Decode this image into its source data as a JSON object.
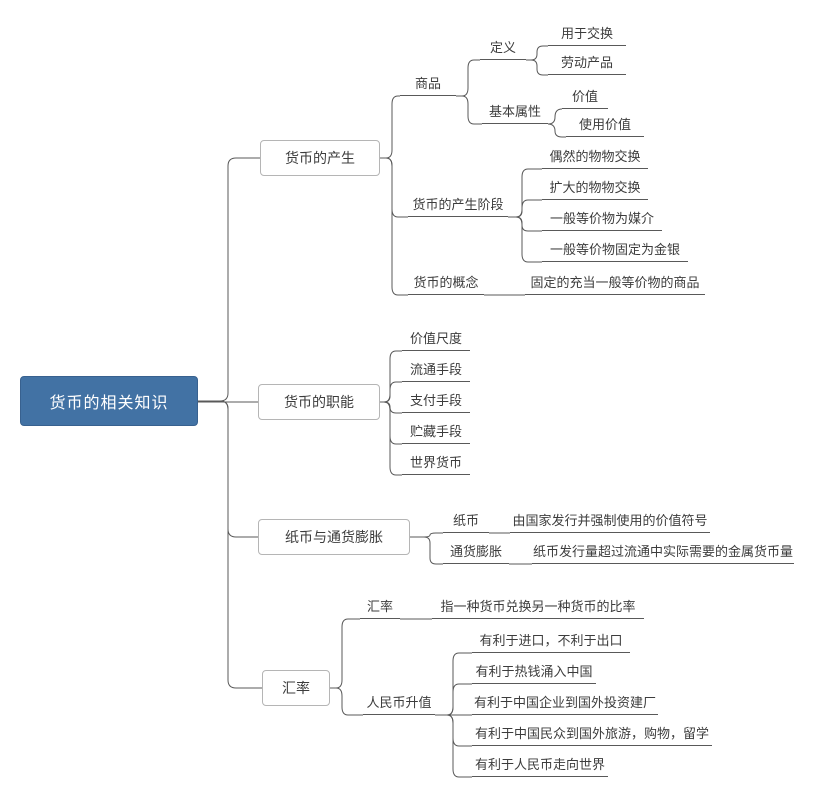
{
  "root": {
    "label": "货币的相关知识"
  },
  "origin": {
    "label": "货币的产生",
    "commodity": {
      "label": "商品",
      "definition": {
        "label": "定义",
        "items": [
          "用于交换",
          "劳动产品"
        ]
      },
      "attributes": {
        "label": "基本属性",
        "items": [
          "价值",
          "使用价值"
        ]
      }
    },
    "stages": {
      "label": "货币的产生阶段",
      "items": [
        "偶然的物物交换",
        "扩大的物物交换",
        "一般等价物为媒介",
        "一般等价物固定为金银"
      ]
    },
    "concept": {
      "label": "货币的概念",
      "detail": "固定的充当一般等价物的商品"
    }
  },
  "functions": {
    "label": "货币的职能",
    "items": [
      "价值尺度",
      "流通手段",
      "支付手段",
      "贮藏手段",
      "世界货币"
    ]
  },
  "paper_money": {
    "label": "纸币与通货膨胀",
    "paper": {
      "label": "纸币",
      "detail": "由国家发行并强制使用的价值符号"
    },
    "inflation": {
      "label": "通货膨胀",
      "detail": "纸币发行量超过流通中实际需要的金属货币量"
    }
  },
  "exchange": {
    "label": "汇率",
    "rate": {
      "label": "汇率",
      "detail": "指一种货币兑换另一种货币的比率"
    },
    "appreciation": {
      "label": "人民币升值",
      "items": [
        "有利于进口，不利于出口",
        "有利于热钱涌入中国",
        "有利于中国企业到国外投资建厂",
        "有利于中国民众到国外旅游，购物，留学",
        "有利于人民币走向世界"
      ]
    }
  },
  "colors": {
    "root_bg": "#4272a4",
    "line": "#595959",
    "box_border": "#b5b5b5",
    "text": "#3c3c3c"
  }
}
